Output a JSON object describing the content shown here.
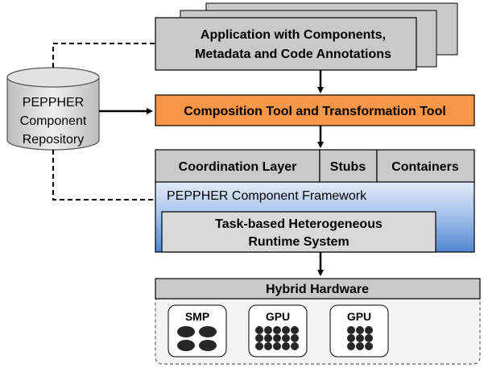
{
  "application": {
    "line1": "Application with Components,",
    "line2": "Metadata and Code Annotations"
  },
  "repository": {
    "line1": "PEPPHER",
    "line2": "Component",
    "line3": "Repository"
  },
  "composition_tool": "Composition Tool and Transformation Tool",
  "layers": {
    "coordination": "Coordination Layer",
    "stubs": "Stubs",
    "containers": "Containers"
  },
  "framework": "PEPPHER Component Framework",
  "runtime": {
    "line1": "Task-based Heterogeneous",
    "line2": "Runtime System"
  },
  "hardware": {
    "title": "Hybrid Hardware",
    "units": [
      {
        "label": "SMP"
      },
      {
        "label": "GPU"
      },
      {
        "label": "GPU"
      }
    ]
  },
  "colors": {
    "gray_box": "#c8c8c8",
    "orange": "#f79646",
    "blue_top": "#dce8f8",
    "blue_bottom": "#5b8fd8",
    "black_core": "#262626"
  }
}
